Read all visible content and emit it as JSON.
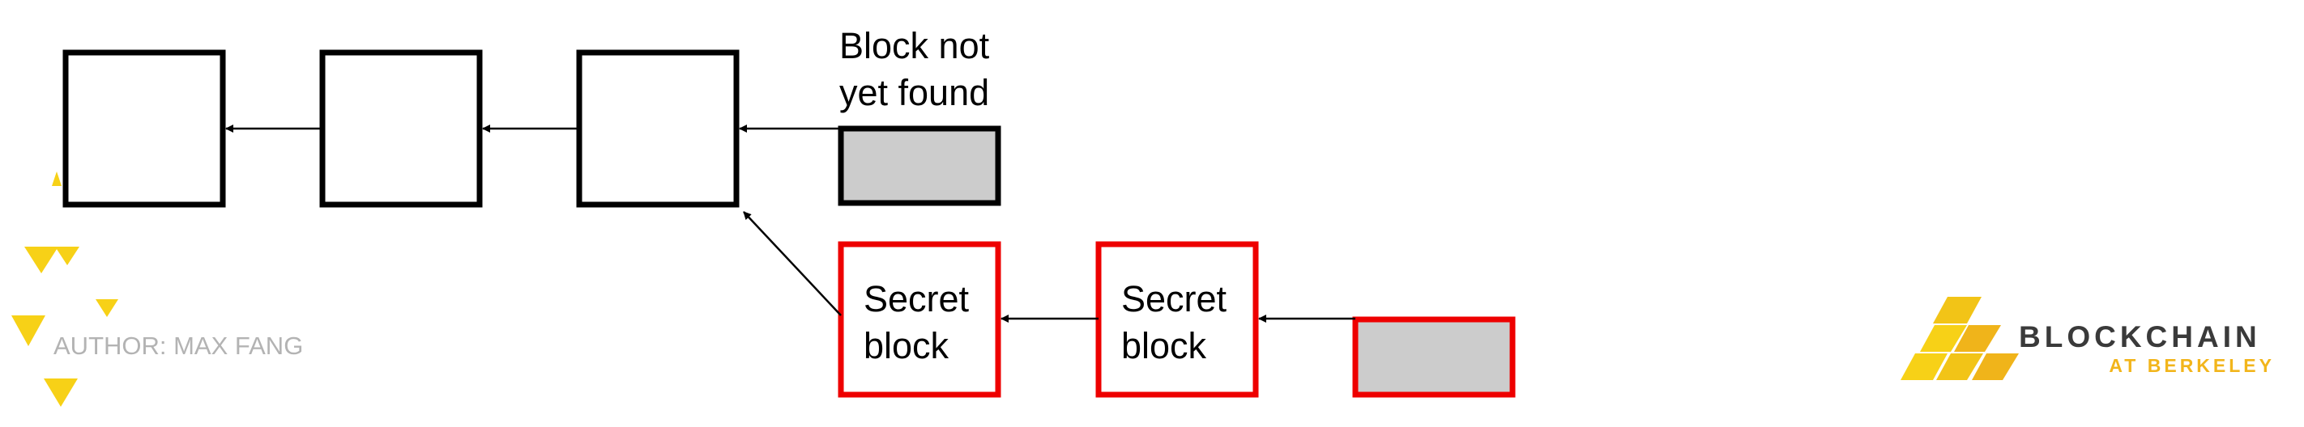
{
  "diagram": {
    "pending_label_line1": "Block not",
    "pending_label_line2": "yet found",
    "secret_label_line1": "Secret",
    "secret_label_line2": "block"
  },
  "footer": {
    "author": "AUTHOR: MAX FANG"
  },
  "logo": {
    "name": "BLOCKCHAIN",
    "subtitle": "AT BERKELEY"
  },
  "colors": {
    "public_block_border": "#000000",
    "secret_block_border": "#ee0000",
    "pending_block_fill": "#cccccc",
    "accent_yellow": "#f7d117",
    "author_text": "#b3b3b3",
    "logo_text": "#3a3a3a",
    "logo_subtitle": "#f2b51b"
  }
}
